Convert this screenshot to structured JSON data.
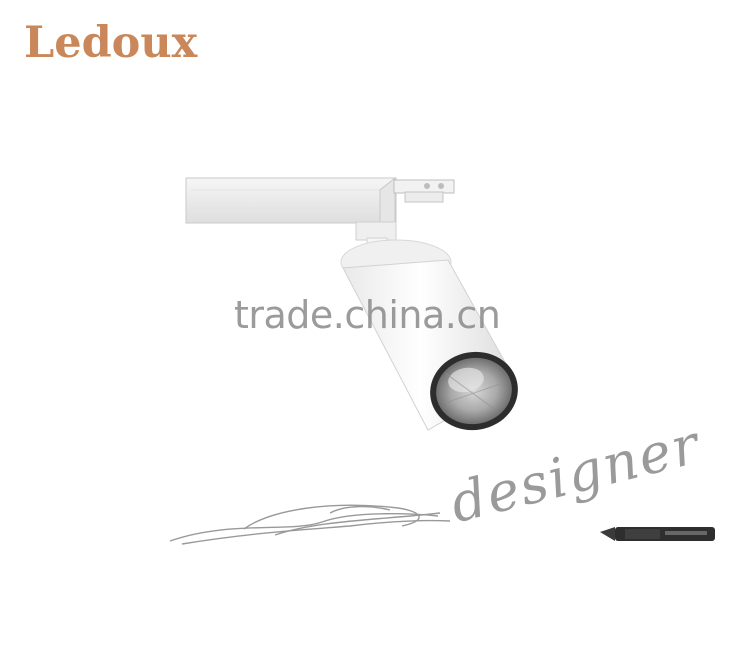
{
  "brand": {
    "name": "Ledoux",
    "color": "#c9875a"
  },
  "watermark": {
    "text": "trade.china.cn"
  },
  "signature": {
    "word": "designer"
  },
  "icons": [
    "track-adapter",
    "spotlight",
    "marker-pen"
  ]
}
